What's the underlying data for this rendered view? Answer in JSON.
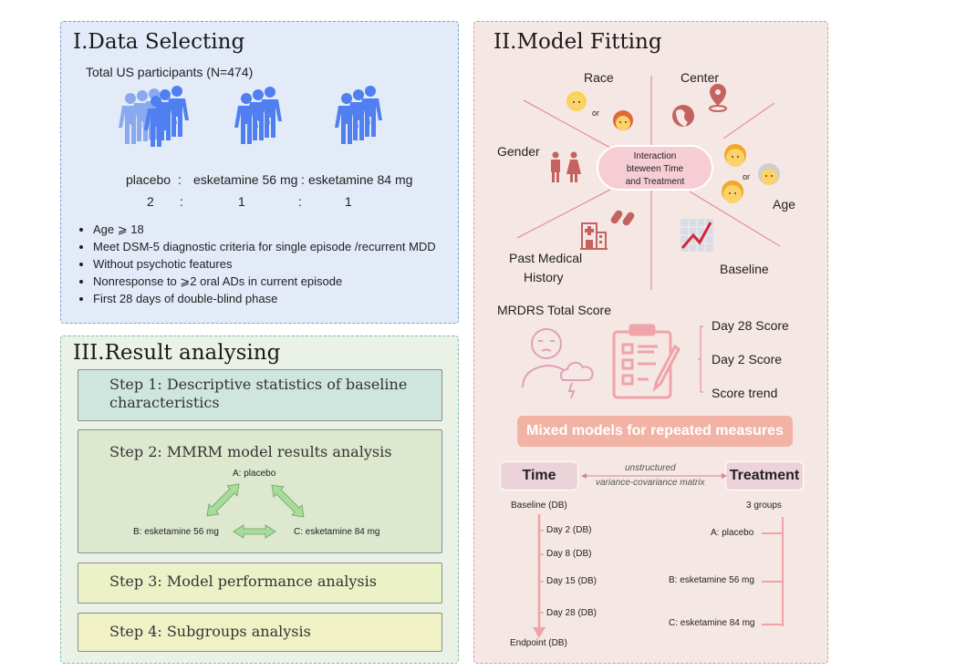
{
  "data_selecting": {
    "title": "I.Data Selecting",
    "total": "Total US participants (N=474)",
    "groups": [
      "placebo",
      "esketamine 56 mg",
      "esketamine 84 mg"
    ],
    "ratio": [
      "2",
      "1",
      "1"
    ],
    "sep": ":",
    "criteria": [
      "Age ⩾ 18",
      "Meet DSM-5 diagnostic criteria for single episode /recurrent MDD",
      "Without psychotic features",
      "Nonresponse to ⩾2 oral ADs in current episode",
      "First 28 days of double-blind phase"
    ],
    "colors": {
      "people": "#4f7ff0",
      "people_light": "#8aa9ee"
    }
  },
  "model_fitting": {
    "title": "II.Model Fitting",
    "center": "Interaction bteween Time and Treatment",
    "center_lines": [
      "Interaction",
      "bteween Time",
      "and Treatment"
    ],
    "factors": {
      "race": "Race",
      "center": "Center",
      "gender": "Gender",
      "age": "Age",
      "history_line1": "Past Medical",
      "history_line2": "History",
      "baseline": "Baseline"
    },
    "or": "or",
    "score_title": "MRDRS Total Score",
    "scores": [
      "Day 28 Score",
      "Day 2 Score",
      "Score trend"
    ],
    "mmrm": "Mixed models for repeated measures",
    "time": "Time",
    "treatment": "Treatment",
    "matrix_line1": "unstructured",
    "matrix_line2": "variance-covariance matrix",
    "timeline_start": "Baseline (DB)",
    "timeline": [
      "Day 2 (DB)",
      "Day 8 (DB)",
      "Day 15 (DB)",
      "Day 28 (DB)"
    ],
    "timeline_end": "Endpoint (DB)",
    "groups_title": "3 groups",
    "groups": [
      "A: placebo",
      "B: esketamine 56 mg",
      "C: esketamine 84 mg"
    ],
    "colors": {
      "accent": "#e87c8a",
      "icon": "#c4625f",
      "pill": "#ecd3da",
      "mmrm": "#f2b3a4"
    }
  },
  "result_analysing": {
    "title": "III.Result analysing",
    "step1": "Step 1: Descriptive statistics of baseline characteristics",
    "step2": "Step 2: MMRM model results analysis",
    "step3": "Step 3:  Model performance analysis",
    "step4": "Step 4:  Subgroups analysis",
    "nodes": [
      "A: placebo",
      "B: esketamine 56 mg",
      "C: esketamine 84 mg"
    ],
    "colors": {
      "step1": "#cfe6df",
      "step2": "#dde8cf",
      "step3": "#ebf2c8",
      "step4": "#f0f2c6",
      "arrow": "#a8dc9c"
    }
  }
}
